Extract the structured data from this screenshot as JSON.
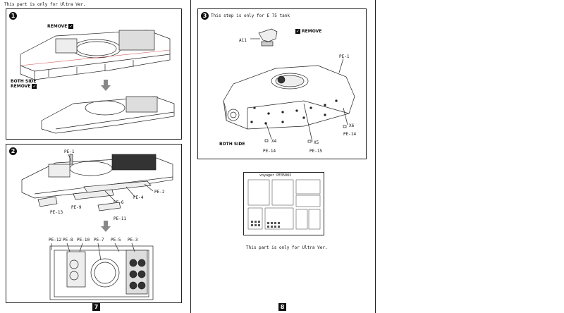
{
  "header_note": "This part is only for Ultra Ver.",
  "steps": {
    "s1": {
      "number": "1",
      "remove_label": "REMOVE",
      "both_side_label": "BOTH SIDE",
      "remove_label2": "REMOVE"
    },
    "s2": {
      "number": "2",
      "labels": [
        "PE-1",
        "PE-2",
        "PE-4",
        "PE-6",
        "PE-9",
        "PE-11",
        "PE-13"
      ],
      "bottom_labels": [
        "PE-12",
        "PE-8",
        "PE-10",
        "PE-7",
        "PE-5",
        "PE-3"
      ]
    },
    "s3": {
      "number": "3",
      "title": "This step is only for E 75 tank",
      "part_a11": "A11",
      "remove_label": "REMOVE",
      "pe1": "PE-1",
      "x6": "X6",
      "pe14_right": "PE-14",
      "x4": "X4",
      "pe14_left": "PE-14",
      "x5": "X5",
      "pe15": "PE-15",
      "both_side": "BOTH SIDE"
    }
  },
  "fret": {
    "brand": "voyager",
    "code": "PE35002",
    "note": "This part is only for Ultra Ver."
  },
  "pages": {
    "left": "7",
    "right": "8"
  },
  "icons": {
    "check": "check-icon",
    "arrow": "arrow-down-icon"
  }
}
